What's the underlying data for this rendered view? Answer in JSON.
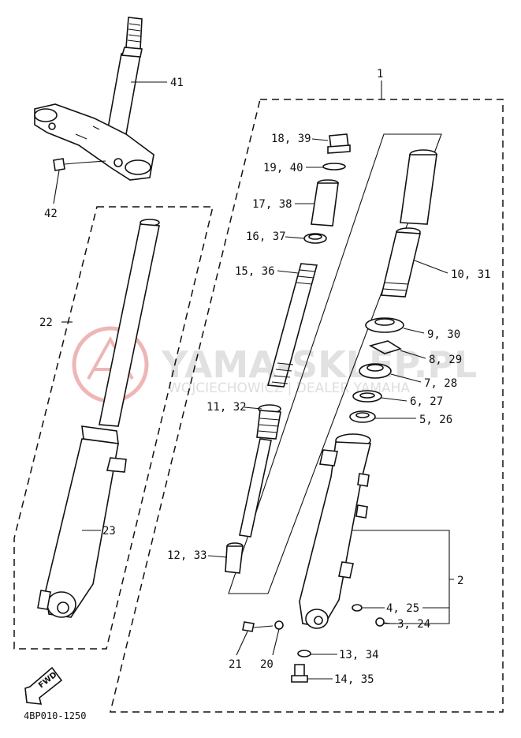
{
  "watermark": {
    "brand": "YAMA-SKLEP.PL",
    "subtitle": "WOJCIECHOWICZ | DEALER YAMAHA",
    "logo_icon": "yamaha-tuning-fork-logo",
    "logo_color": "#e07a7a"
  },
  "diagram_code": "4BP010-1250",
  "direction_badge": "FWD",
  "callouts": {
    "c1": "1",
    "c2": "2",
    "c3_24": "3, 24",
    "c4_25": "4, 25",
    "c5_26": "5, 26",
    "c6_27": "6, 27",
    "c7_28": "7, 28",
    "c8_29": "8, 29",
    "c9_30": "9, 30",
    "c10_31": "10, 31",
    "c11_32": "11, 32",
    "c12_33": "12, 33",
    "c13_34": "13, 34",
    "c14_35": "14, 35",
    "c15_36": "15, 36",
    "c16_37": "16, 37",
    "c17_38": "17, 38",
    "c18_39": "18, 39",
    "c19_40": "19, 40",
    "c20": "20",
    "c21": "21",
    "c22": "22",
    "c23": "23",
    "c41": "41",
    "c42": "42"
  }
}
